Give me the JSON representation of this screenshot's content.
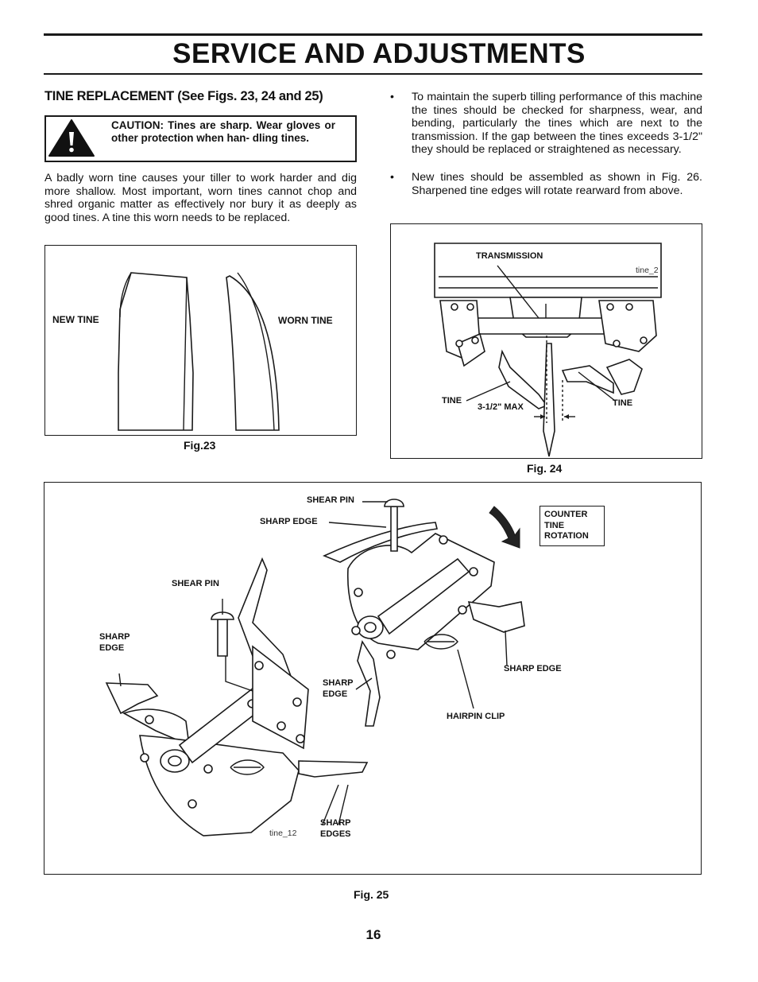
{
  "page": {
    "title": "SERVICE  AND ADJUSTMENTS",
    "section_heading": "TINE REPLACEMENT (See Figs. 23, 24 and 25)",
    "page_number": "16"
  },
  "caution": {
    "text": "CAUTION:  Tines are sharp.  Wear gloves or other protection when han- dling tines.",
    "icon": "warning-exclamation-icon"
  },
  "body": {
    "paragraph": "A badly worn tine causes your tiller to work harder and dig more shallow.  Most important, worn tines cannot chop and shred organic matter as effectively nor bury it as deeply as good tines.  A tine this worn needs to be replaced.",
    "bullets": [
      "To maintain the superb tilling performance of this machine the tines should be checked for sharpness, wear, and bending, particularly the tines which are next to the transmission.  If the gap between the tines exceeds 3-1/2\" they should be replaced or straightened as necessary.",
      "New tines should be assembled as shown in Fig. 26.  Sharpened tine edges will rotate rearward from above."
    ]
  },
  "fig23": {
    "caption": "Fig.23",
    "labels": {
      "new_tine": "NEW TINE",
      "worn_tine": "WORN TINE"
    }
  },
  "fig24": {
    "caption": "Fig. 24",
    "code": "tine_2",
    "labels": {
      "transmission": "TRANSMISSION",
      "tine_left": "TINE",
      "tine_right": "TINE",
      "gap": "3-1/2\" MAX"
    }
  },
  "fig25": {
    "caption": "Fig. 25",
    "code": "tine_12",
    "labels": {
      "shear_pin_top": "SHEAR PIN",
      "sharp_edge_top": "SHARP EDGE",
      "counter_rotation": "COUNTER TINE ROTATION",
      "shear_pin_left": "SHEAR PIN",
      "sharp_edge_left": "SHARP EDGE",
      "sharp_edge_middle": "SHARP EDGE",
      "sharp_edge_right": "SHARP EDGE",
      "hairpin_clip": "HAIRPIN CLIP",
      "sharp_edges_bottom": "SHARP EDGES"
    }
  }
}
